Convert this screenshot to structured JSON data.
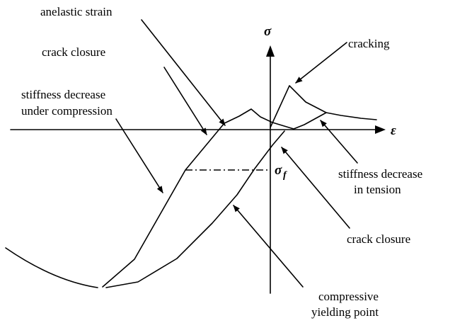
{
  "axes": {
    "stress_symbol": "σ",
    "strain_symbol": "ε",
    "fracture_stress_symbol": "σ",
    "fracture_stress_subscript": "f"
  },
  "labels": {
    "anelastic_strain": "anelastic strain",
    "crack_closure_top": "crack closure",
    "stiffness_compression_line1": "stiffness decrease",
    "stiffness_compression_line2": "under compression",
    "cracking": "cracking",
    "stiffness_tension_line1": "stiffness decrease",
    "stiffness_tension_line2": "in tension",
    "crack_closure_bottom": "crack closure",
    "compressive_yield_line1": "compressive",
    "compressive_yield_line2": "yielding point"
  }
}
